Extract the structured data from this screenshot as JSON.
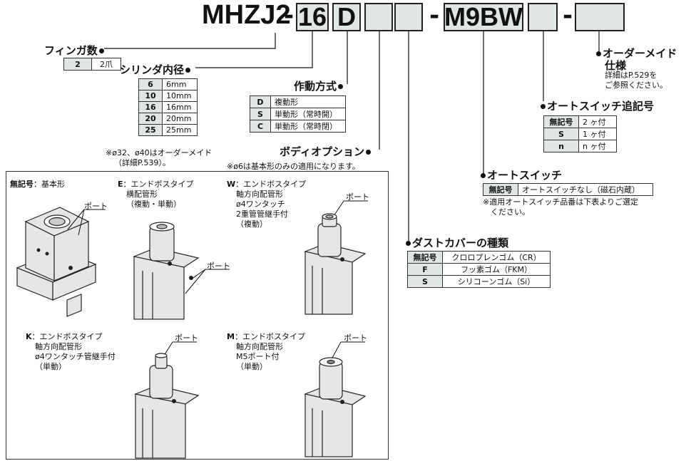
{
  "model_code": {
    "prefix": "MHZJ2",
    "bore": "16",
    "action": "D",
    "switch": "M9BW",
    "sep": "-"
  },
  "finger_count": {
    "title": "フィンガ数",
    "rows": [
      [
        "2",
        "2爪"
      ]
    ]
  },
  "bore_size": {
    "title": "シリンダ内径",
    "rows": [
      [
        "6",
        "6mm"
      ],
      [
        "10",
        "10mm"
      ],
      [
        "16",
        "16mm"
      ],
      [
        "20",
        "20mm"
      ],
      [
        "25",
        "25mm"
      ]
    ],
    "note1": "※ø32、ø40はオーダーメイド",
    "note2": "（詳細P.539）。"
  },
  "action_type": {
    "title": "作動方式",
    "rows": [
      [
        "D",
        "複動形"
      ],
      [
        "S",
        "単動形（常時開）"
      ],
      [
        "C",
        "単動形（常時閉）"
      ]
    ]
  },
  "body_option": {
    "title": "ボディオプション",
    "note": "※ø6は基本形のみの適用になります。"
  },
  "order_made": {
    "title1": "オーダーメイド",
    "title2": "仕様",
    "note1": "詳細はP.529を",
    "note2": "ご参照ください。"
  },
  "switch_count": {
    "title": "オートスイッチ追記号",
    "rows": [
      [
        "無記号",
        "2 ヶ付"
      ],
      [
        "S",
        "1 ヶ付"
      ],
      [
        "n",
        "n ヶ付"
      ]
    ]
  },
  "auto_switch": {
    "title": "オートスイッチ",
    "rows": [
      [
        "無記号",
        "オートスイッチなし（磁石内蔵）"
      ]
    ],
    "note1": "※適用オートスイッチ品番は下表よりご選定",
    "note2": "ください。"
  },
  "dust_cover": {
    "title": "ダストカバーの種類",
    "rows": [
      [
        "無記号",
        "クロロプレンゴム（CR）"
      ],
      [
        "F",
        "フッ素ゴム（FKM）"
      ],
      [
        "S",
        "シリコーンゴム（Si）"
      ]
    ]
  },
  "panel": {
    "basic": {
      "key": "無記号",
      "text": "：基本形",
      "port": "ポート"
    },
    "E": {
      "key": "E",
      "l1": "：エンドボスタイプ",
      "l2": "横配管形",
      "l3": "（複動・単動）",
      "port": "ポート"
    },
    "W": {
      "key": "W",
      "l1": "：エンドボスタイプ",
      "l2": "軸方向配管形",
      "l3": "ø4ワンタッチ",
      "l4": "2重管管継手付",
      "l5": "（複動）",
      "port": "ポート"
    },
    "K": {
      "key": "K",
      "l1": "：エンドボスタイプ",
      "l2": "軸方向配管形",
      "l3": "ø4ワンタッチ管継手付",
      "l4": "（単動）",
      "port": "ポート"
    },
    "M": {
      "key": "M",
      "l1": "：エンドボスタイプ",
      "l2": "軸方向配管形",
      "l3": "M5ポート付",
      "l4": "（単動）",
      "port": "ポート"
    }
  },
  "colors": {
    "box_fill": "#dfe6e3",
    "line": "#111111"
  }
}
